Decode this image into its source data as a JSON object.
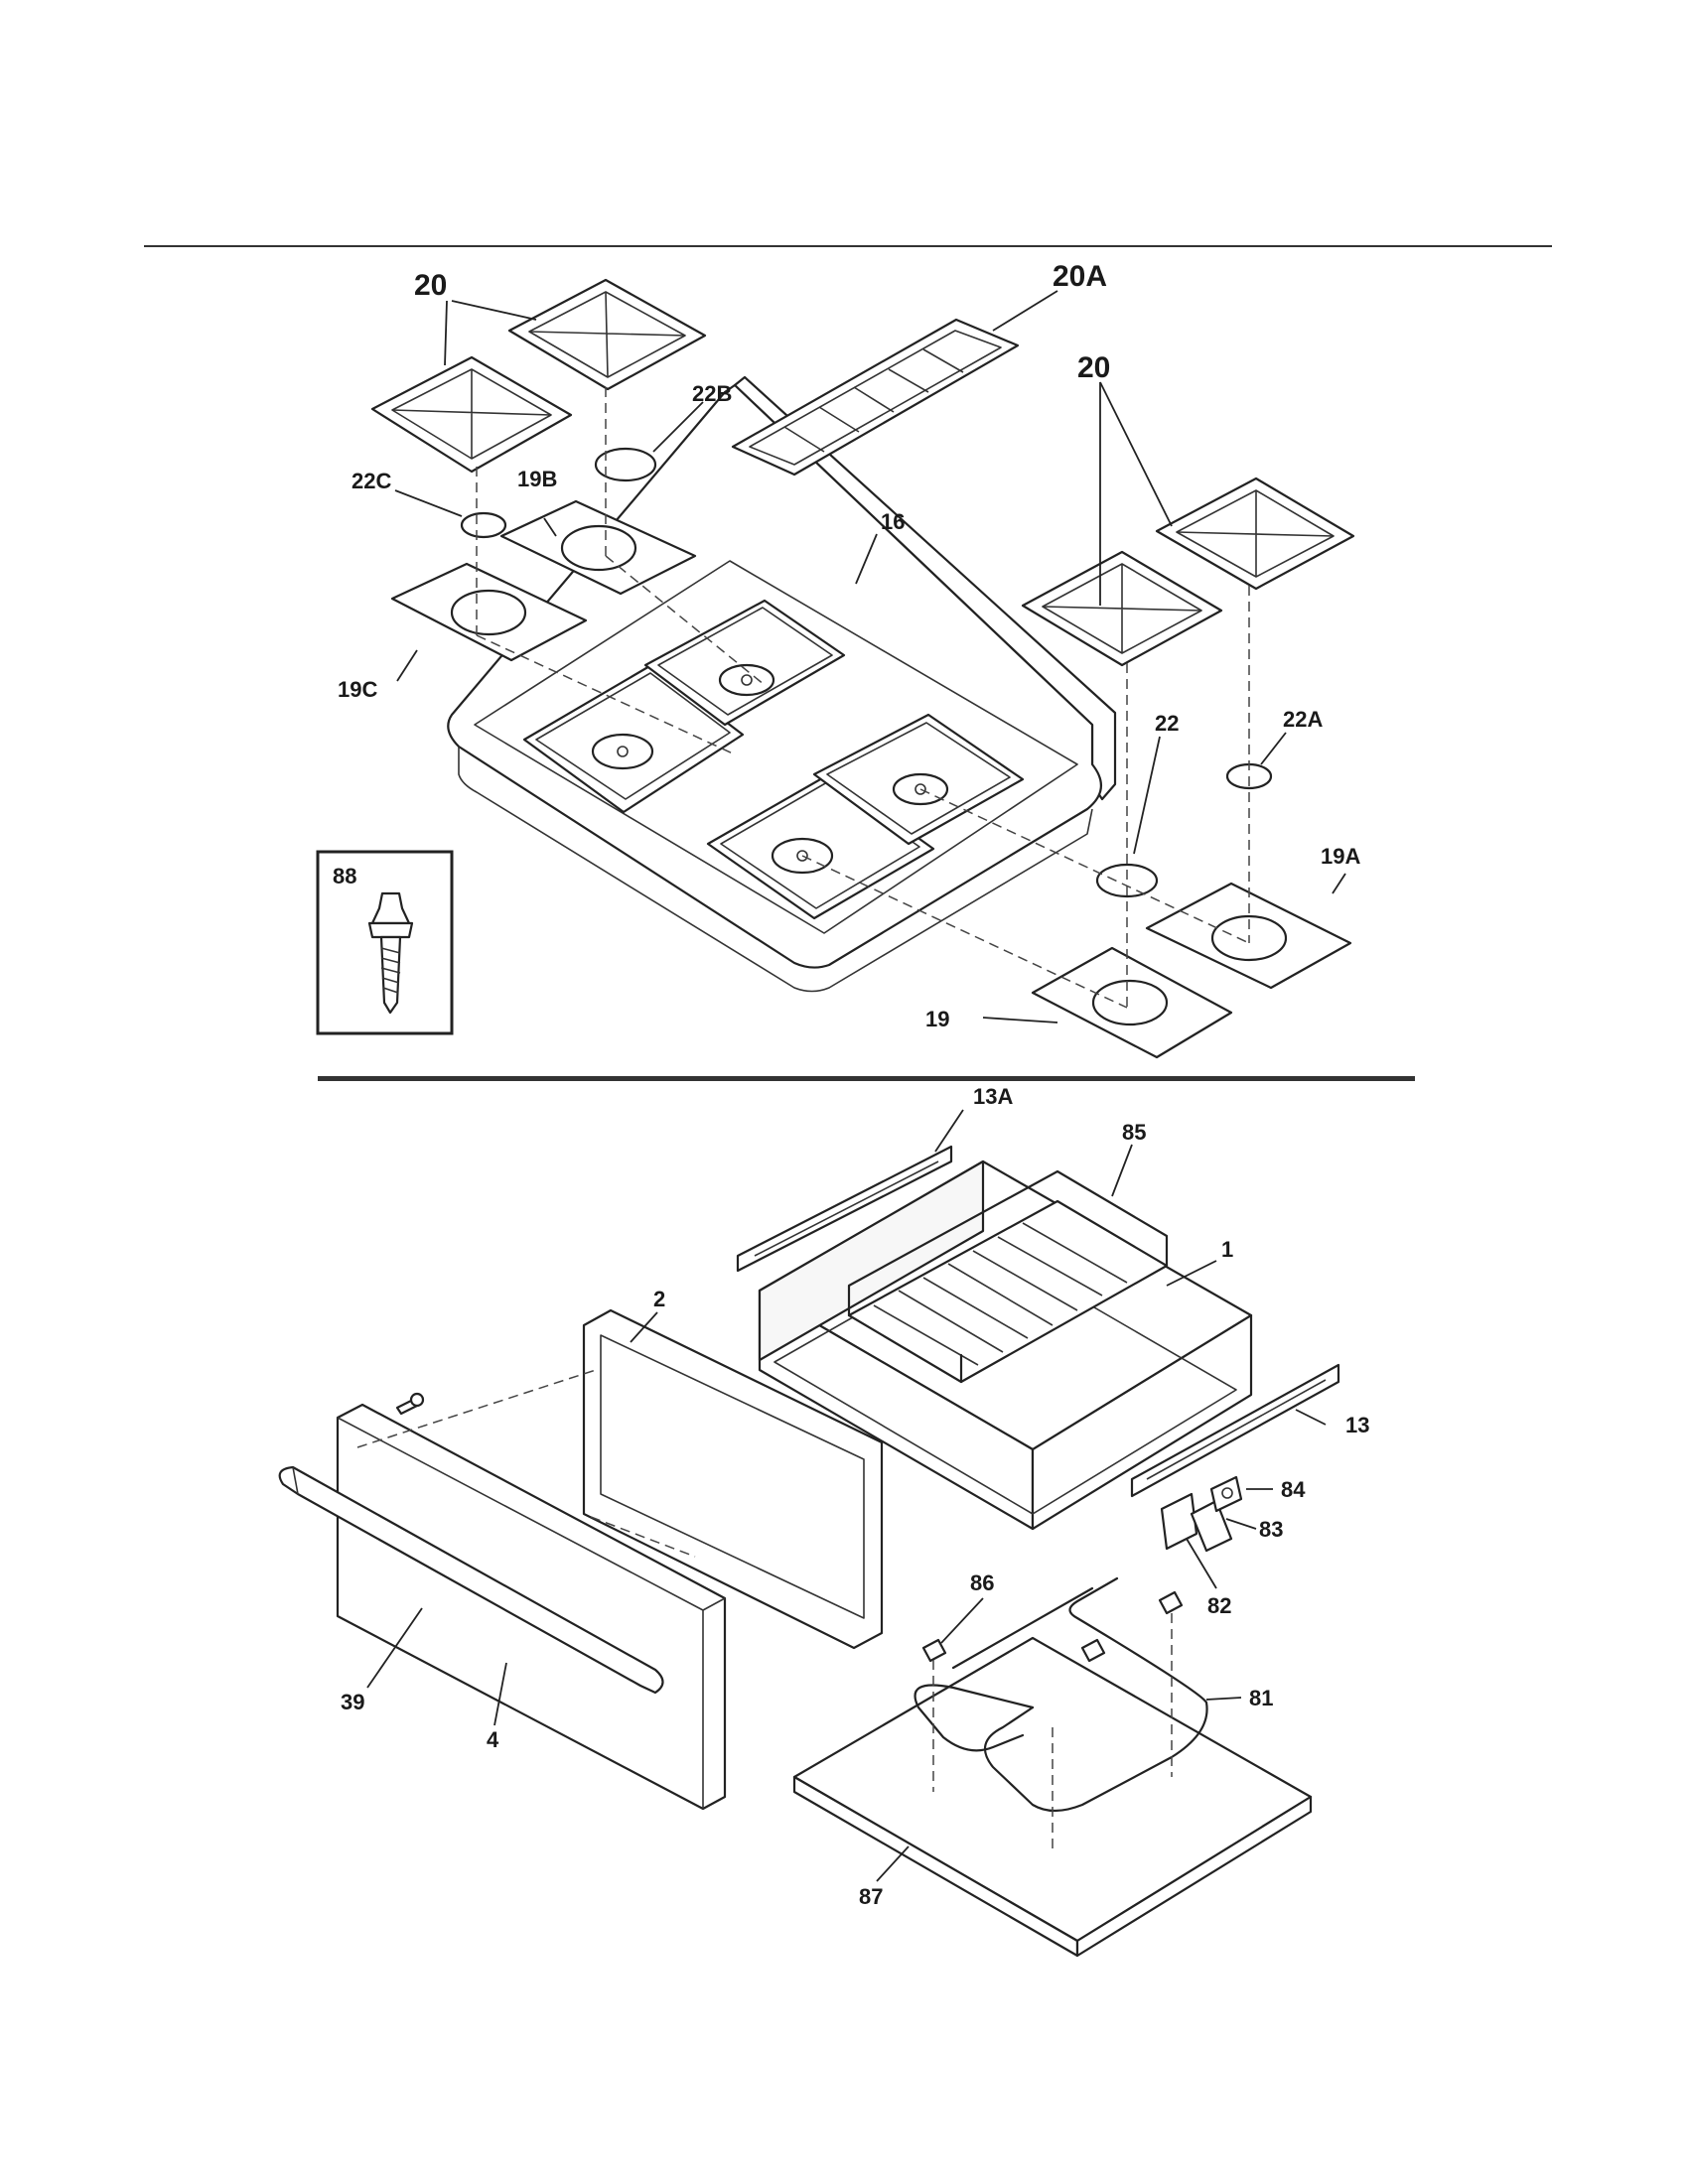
{
  "callouts": {
    "c20_top": "20",
    "c20a": "20A",
    "c22b": "22B",
    "c22c": "22C",
    "c19b": "19B",
    "c16": "16",
    "c20_right": "20",
    "c19c": "19C",
    "c22": "22",
    "c22a": "22A",
    "c19a": "19A",
    "c19": "19",
    "c88": "88",
    "c13a": "13A",
    "c85": "85",
    "c1": "1",
    "c2": "2",
    "c13": "13",
    "c84": "84",
    "c83": "83",
    "c82": "82",
    "c86": "86",
    "c81": "81",
    "c39": "39",
    "c4": "4",
    "c87": "87"
  }
}
